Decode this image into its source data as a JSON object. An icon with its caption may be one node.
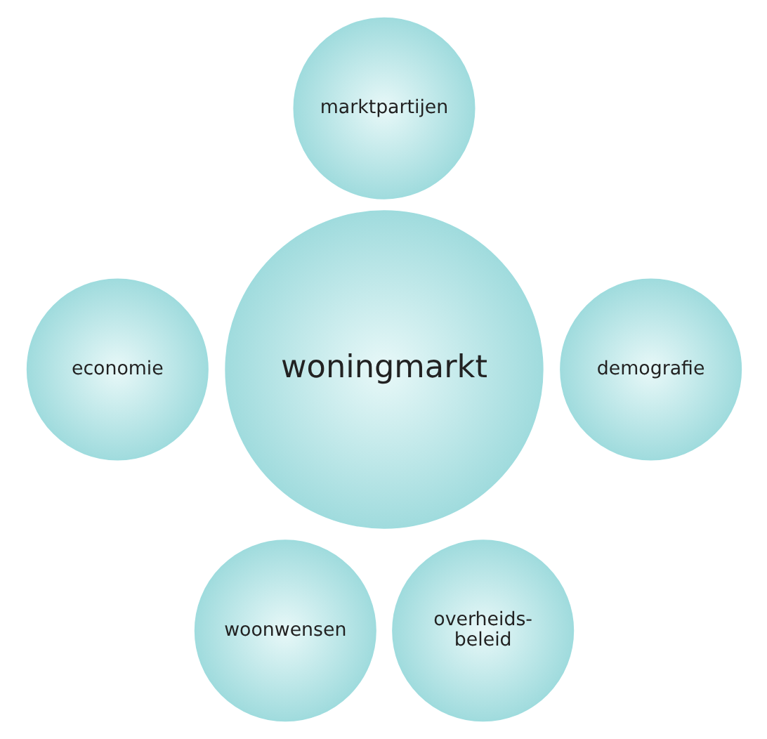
{
  "diagram": {
    "nodes": [
      {
        "text": [
          "marktpartijen"
        ]
      },
      {
        "text": [
          "economie"
        ]
      },
      {
        "text": [
          "woningmarkt"
        ]
      },
      {
        "text": [
          "demografie"
        ]
      },
      {
        "text": [
          "woonwensen"
        ]
      },
      {
        "text": [
          "overheids- beleid"
        ]
      }
    ]
  }
}
